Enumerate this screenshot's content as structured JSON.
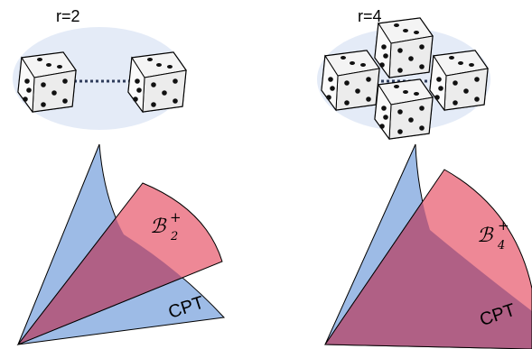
{
  "panels": [
    {
      "r_label": "r=2",
      "dice_count": 2,
      "cone_b_label": "ℬ",
      "cone_b_sup": "+",
      "cone_b_sub": "2",
      "cone_cpt_label": "CPT"
    },
    {
      "r_label": "r=4",
      "dice_count": 4,
      "cone_b_label": "ℬ",
      "cone_b_sup": "+",
      "cone_b_sub": "4",
      "cone_cpt_label": "CPT"
    }
  ],
  "colors": {
    "ellipse_fill": "#e4ebf7",
    "blue_cone": "#9dbbe6",
    "red_cone": "#ee8896",
    "overlap": "#b06085",
    "outline": "#000000",
    "link": "#2f3d5c"
  }
}
